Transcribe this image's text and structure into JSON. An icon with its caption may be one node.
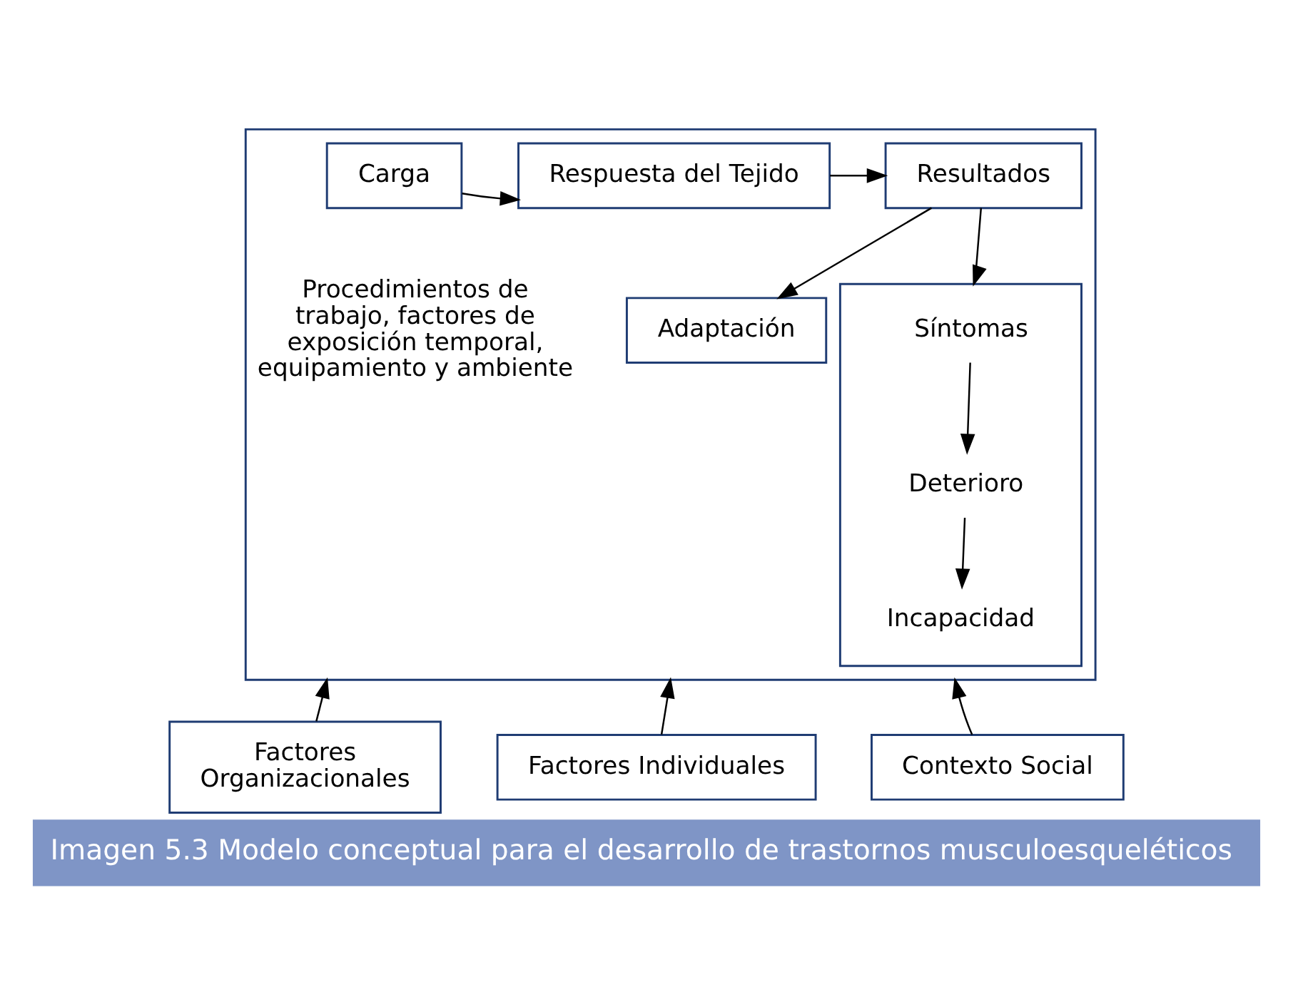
{
  "diagram": {
    "caption": "Imagen 5.3 Modelo conceptual para el desarrollo de trastornos musculoesqueléticos",
    "nodes": [
      {
        "text": [],
        "shape": "box"
      },
      {
        "text": [
          "Carga"
        ],
        "in": 0
      },
      {
        "text": [
          "Respuesta del Tejido"
        ],
        "in": 0
      },
      {
        "text": [
          "Resultados"
        ],
        "in": 0
      },
      {
        "text": [
          "Adaptación"
        ],
        "in": 0
      },
      {
        "text": [],
        "shape": "box",
        "in": 0
      },
      {
        "text": [
          "Síntomas"
        ],
        "in": 5
      },
      {
        "text": [
          "Deterioro"
        ],
        "in": 5
      },
      {
        "text": [
          "Incapacidad"
        ],
        "in": 5
      },
      {
        "text": [
          "Factores Organizacionales"
        ]
      },
      {
        "text": [
          "Factores Individuales"
        ]
      },
      {
        "text": [
          "Contexto Social"
        ]
      }
    ],
    "edges": [
      {
        "from": 1,
        "to": 2,
        "arrow": "to"
      },
      {
        "from": 2,
        "to": 3,
        "arrow": "to"
      },
      {
        "from": 3,
        "to": 4,
        "arrow": "to"
      },
      {
        "from": 3,
        "to": 5,
        "arrow": "to"
      },
      {
        "from": 6,
        "to": 7,
        "arrow": "to"
      },
      {
        "from": 7,
        "to": 8,
        "arrow": "to"
      },
      {
        "from": 9,
        "to": 0,
        "arrow": "to"
      },
      {
        "from": 10,
        "to": 0,
        "arrow": "to"
      },
      {
        "from": 11,
        "to": 0,
        "arrow": "to"
      }
    ],
    "labels": [
      "Procedimientos de trabajo, factores de exposición temporal, equipamiento y ambiente"
    ]
  }
}
